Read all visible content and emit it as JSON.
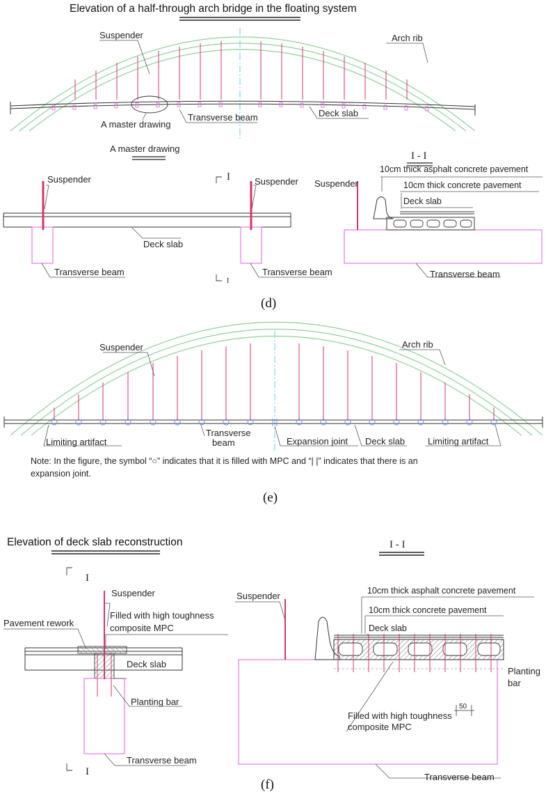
{
  "panel_d": {
    "title": "Elevation of a half-through arch bridge in the floating system",
    "elevation_labels": {
      "suspender": "Suspender",
      "arch_rib": "Arch rib",
      "master_drawing": "A master drawing",
      "transverse_beam": "Transverse beam",
      "deck_slab": "Deck slab"
    },
    "detail_title": "A master drawing",
    "detail_labels": {
      "suspender_left": "Suspender",
      "suspender_right": "Suspender",
      "deck_slab": "Deck slab",
      "transverse_beam_left": "Transverse beam",
      "transverse_beam_right": "Transverse beam",
      "section_mark_top": "I",
      "section_mark_bottom": "I"
    },
    "section_title": "I - I",
    "section_labels": {
      "asphalt": "10cm thick asphalt concrete pavement",
      "concrete": "10cm thick concrete pavement",
      "deck_slab": "Deck slab",
      "suspender": "Suspender",
      "transverse_beam": "Transverse beam"
    },
    "caption": "(d)"
  },
  "panel_e": {
    "labels": {
      "suspender": "Suspender",
      "arch_rib": "Arch rib",
      "limiting_left": "Limiting artifact",
      "transverse_beam_1": "Transverse",
      "transverse_beam_2": "beam",
      "expansion_joint": "Expansion joint",
      "deck_slab": "Deck slab",
      "limiting_right": "Limiting artifact"
    },
    "note_line1": "Note: In the figure, the symbol “○”  indicates that it is filled with MPC and  “| |”  indicates that there is an",
    "note_line2": "expansion joint.",
    "caption": "(e)"
  },
  "panel_f": {
    "title": "Elevation of deck slab reconstruction",
    "left_labels": {
      "section_mark_top": "I",
      "section_mark_bottom": "I",
      "suspender": "Suspender",
      "filled_1": "Filled with high toughness",
      "filled_2": "composite MPC",
      "pavement_rework": "Pavement rework",
      "deck_slab": "Deck slab",
      "planting_bar": "Planting bar",
      "transverse_beam": "Transverse beam"
    },
    "section_title": "I - I",
    "right_labels": {
      "suspender": "Suspender",
      "asphalt": "10cm thick asphalt concrete pavement",
      "concrete": "10cm thick concrete pavement",
      "deck_slab": "Deck slab",
      "planting_1": "Planting",
      "planting_2": "bar",
      "dim": "50",
      "filled_1": "Filled with high toughness",
      "filled_2": "composite MPC",
      "transverse_beam": "Transverse beam"
    },
    "caption": "(f)"
  },
  "colors": {
    "arch_rib": "#8fd19a",
    "centerline": "#66d2e0",
    "suspender": "#d6336c",
    "transverse_beam": "#e070e0",
    "mpc_fill": "#8aa0ff",
    "linework": "#333333"
  }
}
